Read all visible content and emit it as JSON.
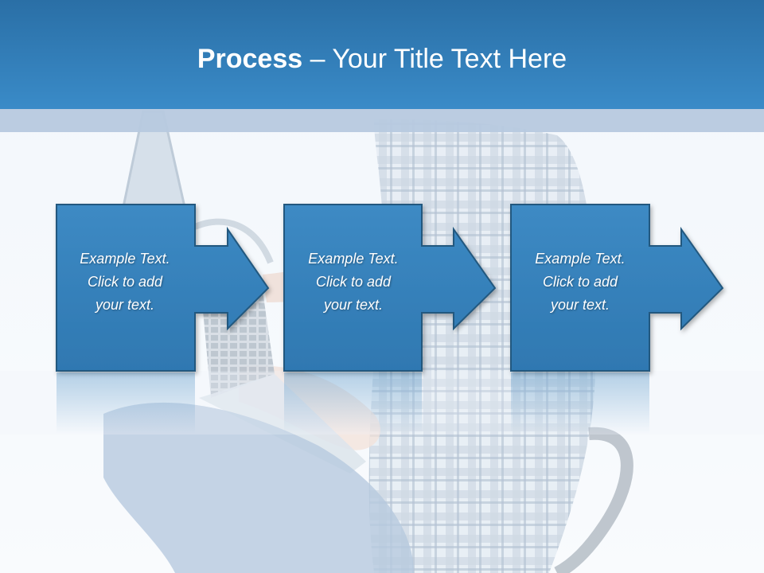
{
  "title": {
    "bold": "Process",
    "dash": " – ",
    "rest": "Your Title Text Here"
  },
  "steps": [
    {
      "lines": [
        "Example Text.",
        "Click  to add",
        "your text."
      ]
    },
    {
      "lines": [
        "Example Text.",
        "Click  to add",
        "your text."
      ]
    },
    {
      "lines": [
        "Example Text.",
        "Click  to add",
        "your text."
      ]
    }
  ],
  "colors": {
    "header": "#3a8bc8",
    "box_fill": "#3a84bd",
    "box_stroke": "#24597f",
    "band": "#b7c9df"
  }
}
